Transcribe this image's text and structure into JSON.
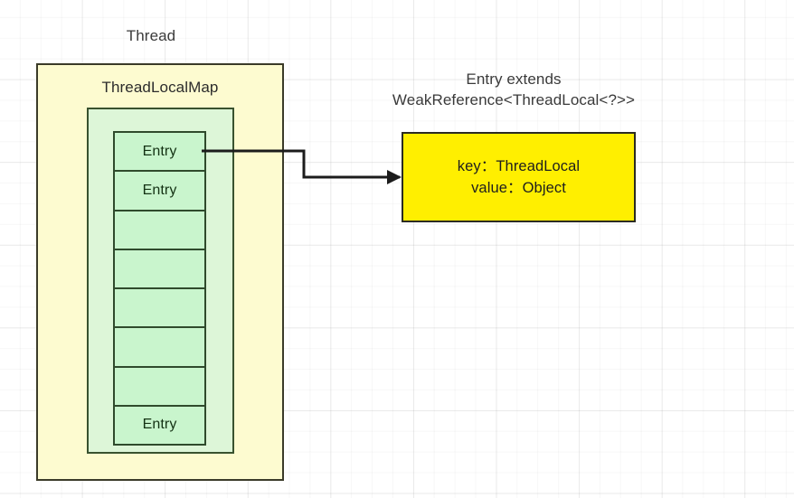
{
  "diagram": {
    "title_thread": "Thread",
    "title_threadlocalmap": "ThreadLocalMap",
    "entry_class_caption": "Entry extends\nWeakReference<ThreadLocal<?>>",
    "entry_detail": "key：ThreadLocal\nvalue：Object",
    "entry_cells": [
      {
        "label": "Entry"
      },
      {
        "label": "Entry"
      },
      {
        "label": ""
      },
      {
        "label": ""
      },
      {
        "label": ""
      },
      {
        "label": ""
      },
      {
        "label": ""
      },
      {
        "label": "Entry"
      }
    ],
    "colors": {
      "thread_fill": "#fdfbd0",
      "thread_border": "#3b3b29",
      "map_fill": "#ddf6d8",
      "map_border": "#39522f",
      "entry_fill": "#c9f5cd",
      "entry_border": "#2f4a2c",
      "detail_fill": "#ffef00",
      "detail_border": "#2b2b22",
      "connector": "#1c1c1c",
      "text": "#2c2c2c",
      "background": "#ffffff"
    }
  }
}
